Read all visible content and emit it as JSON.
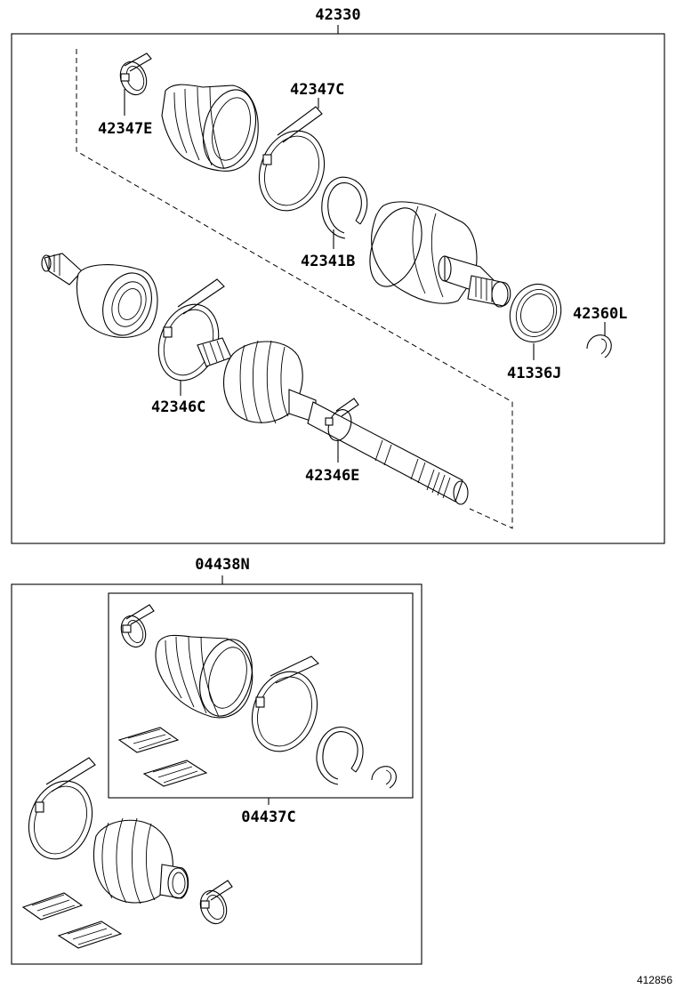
{
  "labels": {
    "assembly": "42330",
    "boot_clamp_small_outer": "42347E",
    "boot_clamp_large_outer": "42347C",
    "snap_ring_outer": "42341B",
    "dust_seal": "41336J",
    "circlip": "42360L",
    "boot_clamp_large_inner": "42346C",
    "boot_clamp_small_inner": "42346E",
    "boot_kit": "04438N",
    "boot_kit_inner": "04437C"
  },
  "figure_number": "412856"
}
